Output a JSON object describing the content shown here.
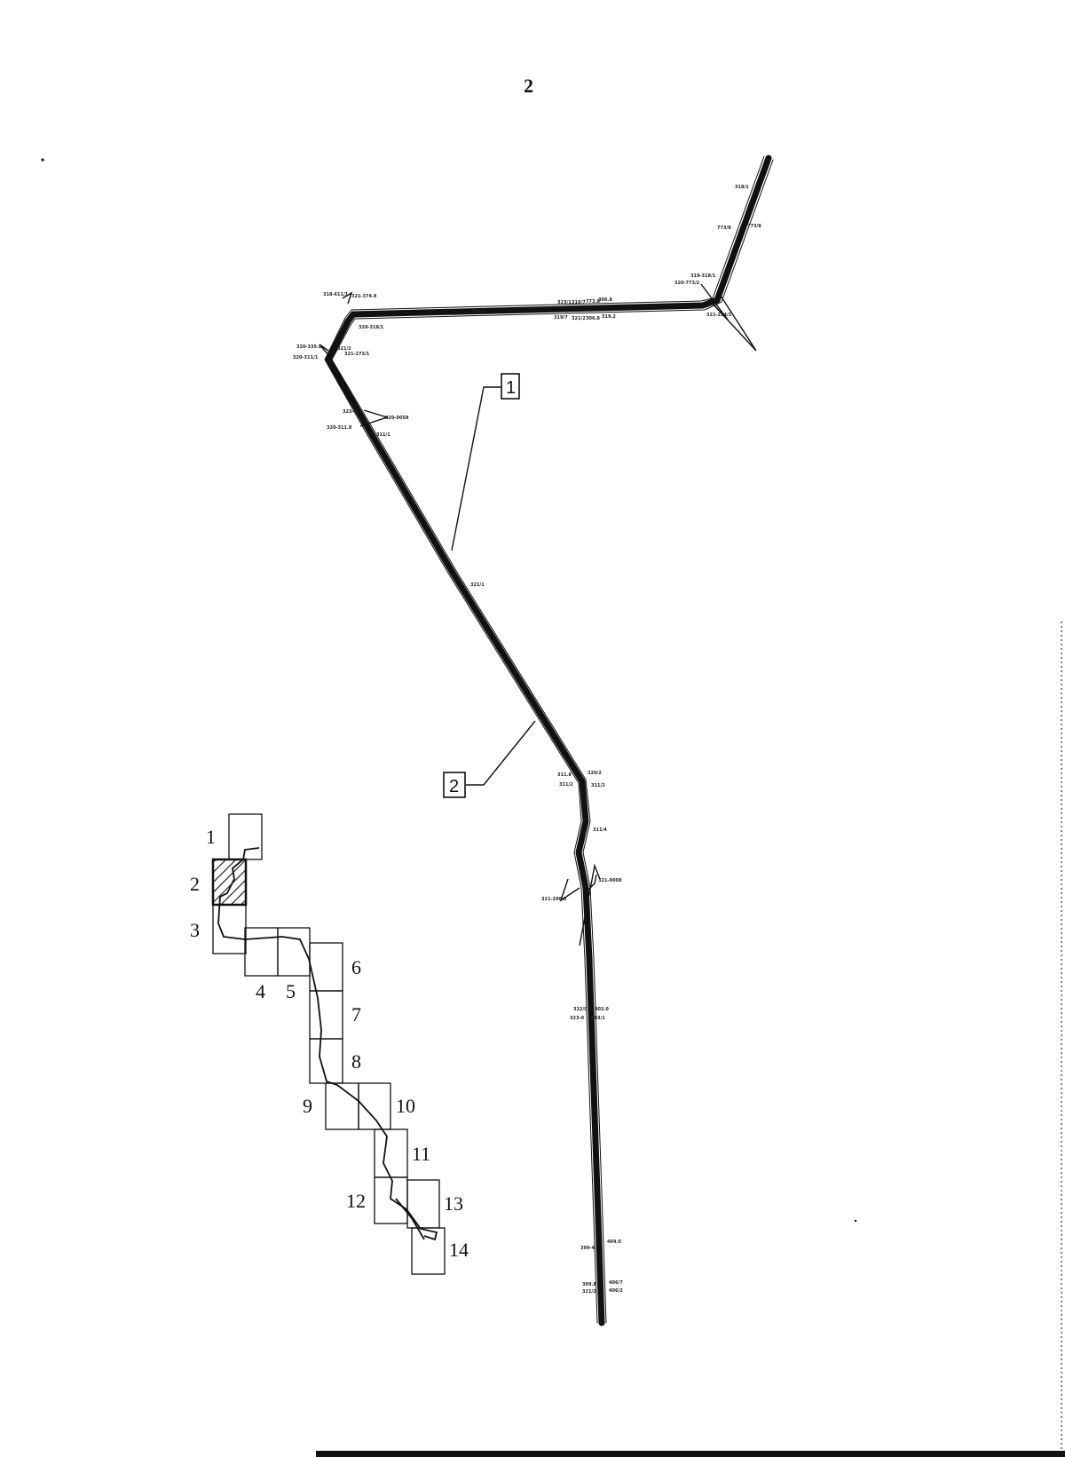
{
  "page": {
    "number": "2"
  },
  "callouts": [
    {
      "id": "1",
      "label": "1"
    },
    {
      "id": "2",
      "label": "2"
    }
  ],
  "route_labels": [
    "318/1",
    "773/8",
    "773/8",
    "319-318/1",
    "320-773/2",
    "321-224/1",
    "318-611/1",
    "321-374.8",
    "321/5",
    "323/1",
    "319/7",
    "773.8",
    "306.8",
    "319/7",
    "321/2",
    "306.8",
    "319.2",
    "320-318/1",
    "320-335.8",
    "320-311/1",
    "321/2",
    "321-273/1",
    "323-4",
    "320-0058",
    "320-311.8",
    "311/1",
    "321/1",
    "311.8",
    "320/2",
    "311/2",
    "311/2",
    "311/4",
    "321-0008",
    "321-298.8",
    "322/0",
    "402.0",
    "323-0",
    "403/1",
    "404.0",
    "399-4",
    "399.8",
    "406/7",
    "321/2",
    "406/2"
  ],
  "sheet_index": {
    "sheets": [
      {
        "number": "1"
      },
      {
        "number": "2",
        "highlighted": true
      },
      {
        "number": "3"
      },
      {
        "number": "4"
      },
      {
        "number": "5"
      },
      {
        "number": "6"
      },
      {
        "number": "7"
      },
      {
        "number": "8"
      },
      {
        "number": "9"
      },
      {
        "number": "10"
      },
      {
        "number": "11"
      },
      {
        "number": "12"
      },
      {
        "number": "13"
      },
      {
        "number": "14"
      }
    ]
  }
}
